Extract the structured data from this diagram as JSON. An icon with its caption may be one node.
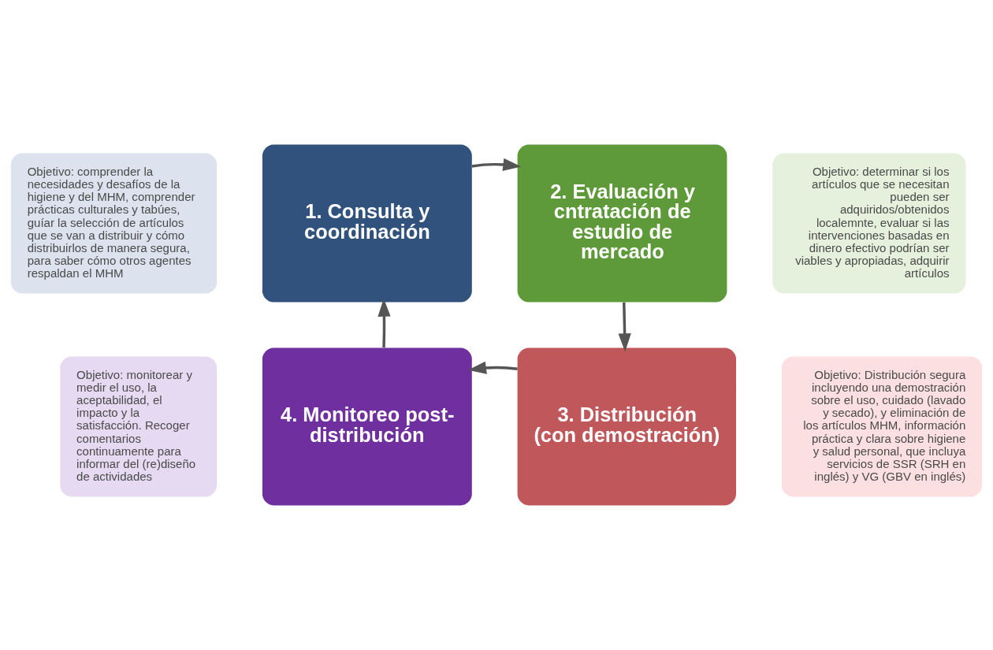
{
  "diagram": {
    "nodes": [
      {
        "text": [
          "Objetivo: comprender la necesidades y desafíos de la higiene y del MHM, comprender prácticas culturales y tabúes, guíar la selección de artículos que se van a distribuir y cómo distribuirlos de manera segura, para saber cómo otros agentes respaldan el MHM"
        ]
      },
      {
        "text": [
          "Objetivo: determinar si los artículos que se necesitan pueden ser adquiridos/obtenidos localemnte, evaluar si las intervenciones basadas en dinero efectivo podrían ser viables y apropiadas, adquirir artículos"
        ]
      },
      {
        "text": [
          "1. Consulta y coordinación"
        ]
      },
      {
        "text": [
          "2. Evaluación y cntratación de estudio de mercado"
        ]
      },
      {
        "text": [
          "3. Distribución (con demostración)"
        ]
      },
      {
        "text": [
          "4. Monitoreo post-distribución"
        ]
      },
      {
        "text": [
          "Objetivo: monitorear y medir el uso, la aceptabilidad, el impacto y la satisfacción. Recoger comentarios continuamente para informar del (re)diseño de actividades"
        ]
      },
      {
        "text": [
          "Objetivo: Distribución segura incluyendo una demostración sobre el uso, cuidado (lavado y secado), y eliminación de los artículos MHM, información práctica y clara sobre higiene y salud personal, que incluya servicios de SSR (SRH en inglés) y VG (GBV en inglés)"
        ]
      }
    ],
    "edges": [
      {
        "from": 2,
        "to": 3,
        "arrow": "to"
      },
      {
        "from": 3,
        "to": 4,
        "arrow": "to"
      },
      {
        "from": 4,
        "to": 5,
        "arrow": "to"
      },
      {
        "from": 5,
        "to": 2,
        "arrow": "to"
      }
    ]
  }
}
